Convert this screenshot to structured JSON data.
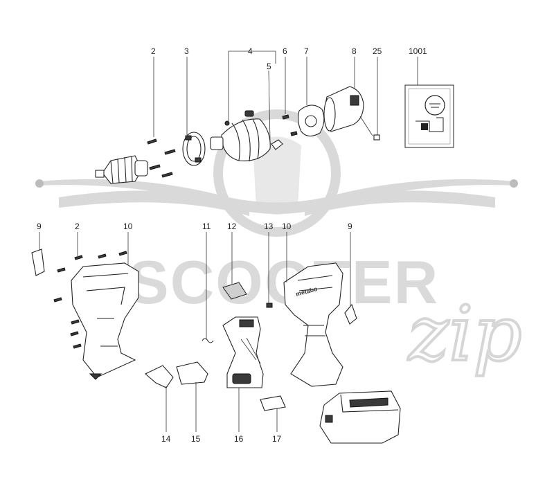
{
  "watermark": {
    "text_main": "SCOOTER",
    "text_script": "zip"
  },
  "callouts": [
    {
      "id": "c2a",
      "label": "2"
    },
    {
      "id": "c3",
      "label": "3"
    },
    {
      "id": "c4",
      "label": "4"
    },
    {
      "id": "c5",
      "label": "5"
    },
    {
      "id": "c6",
      "label": "6"
    },
    {
      "id": "c7",
      "label": "7"
    },
    {
      "id": "c8",
      "label": "8"
    },
    {
      "id": "c25",
      "label": "25"
    },
    {
      "id": "c1001",
      "label": "1001"
    },
    {
      "id": "c9a",
      "label": "9"
    },
    {
      "id": "c2b",
      "label": "2"
    },
    {
      "id": "c10a",
      "label": "10"
    },
    {
      "id": "c11",
      "label": "11"
    },
    {
      "id": "c12",
      "label": "12"
    },
    {
      "id": "c13",
      "label": "13"
    },
    {
      "id": "c10b",
      "label": "10"
    },
    {
      "id": "c9b",
      "label": "9"
    },
    {
      "id": "c14",
      "label": "14"
    },
    {
      "id": "c15",
      "label": "15"
    },
    {
      "id": "c16",
      "label": "16"
    },
    {
      "id": "c17",
      "label": "17"
    }
  ],
  "housing_brand": "metabo"
}
